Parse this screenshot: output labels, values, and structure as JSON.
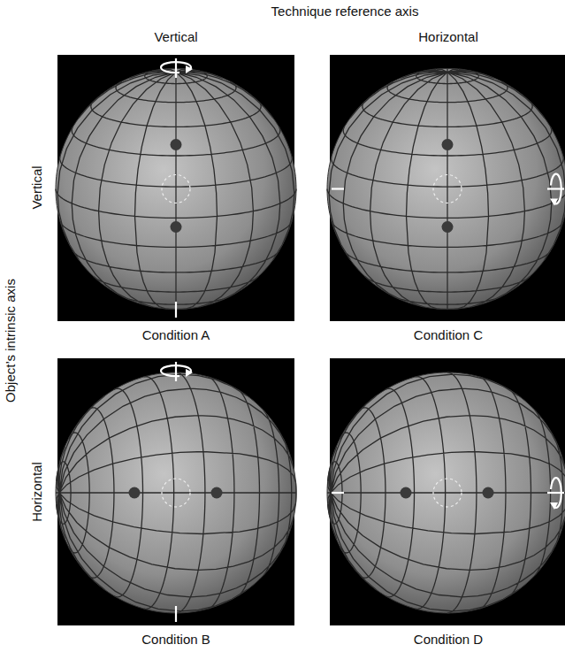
{
  "diagram": {
    "labels": [
      "Technique reference axis",
      "Vertical",
      "Horizontal",
      "Object’s intrinsic axis",
      "Vertical",
      "Horizontal",
      "Condition A",
      "Condition C",
      "Condition B",
      "Condition D"
    ]
  }
}
